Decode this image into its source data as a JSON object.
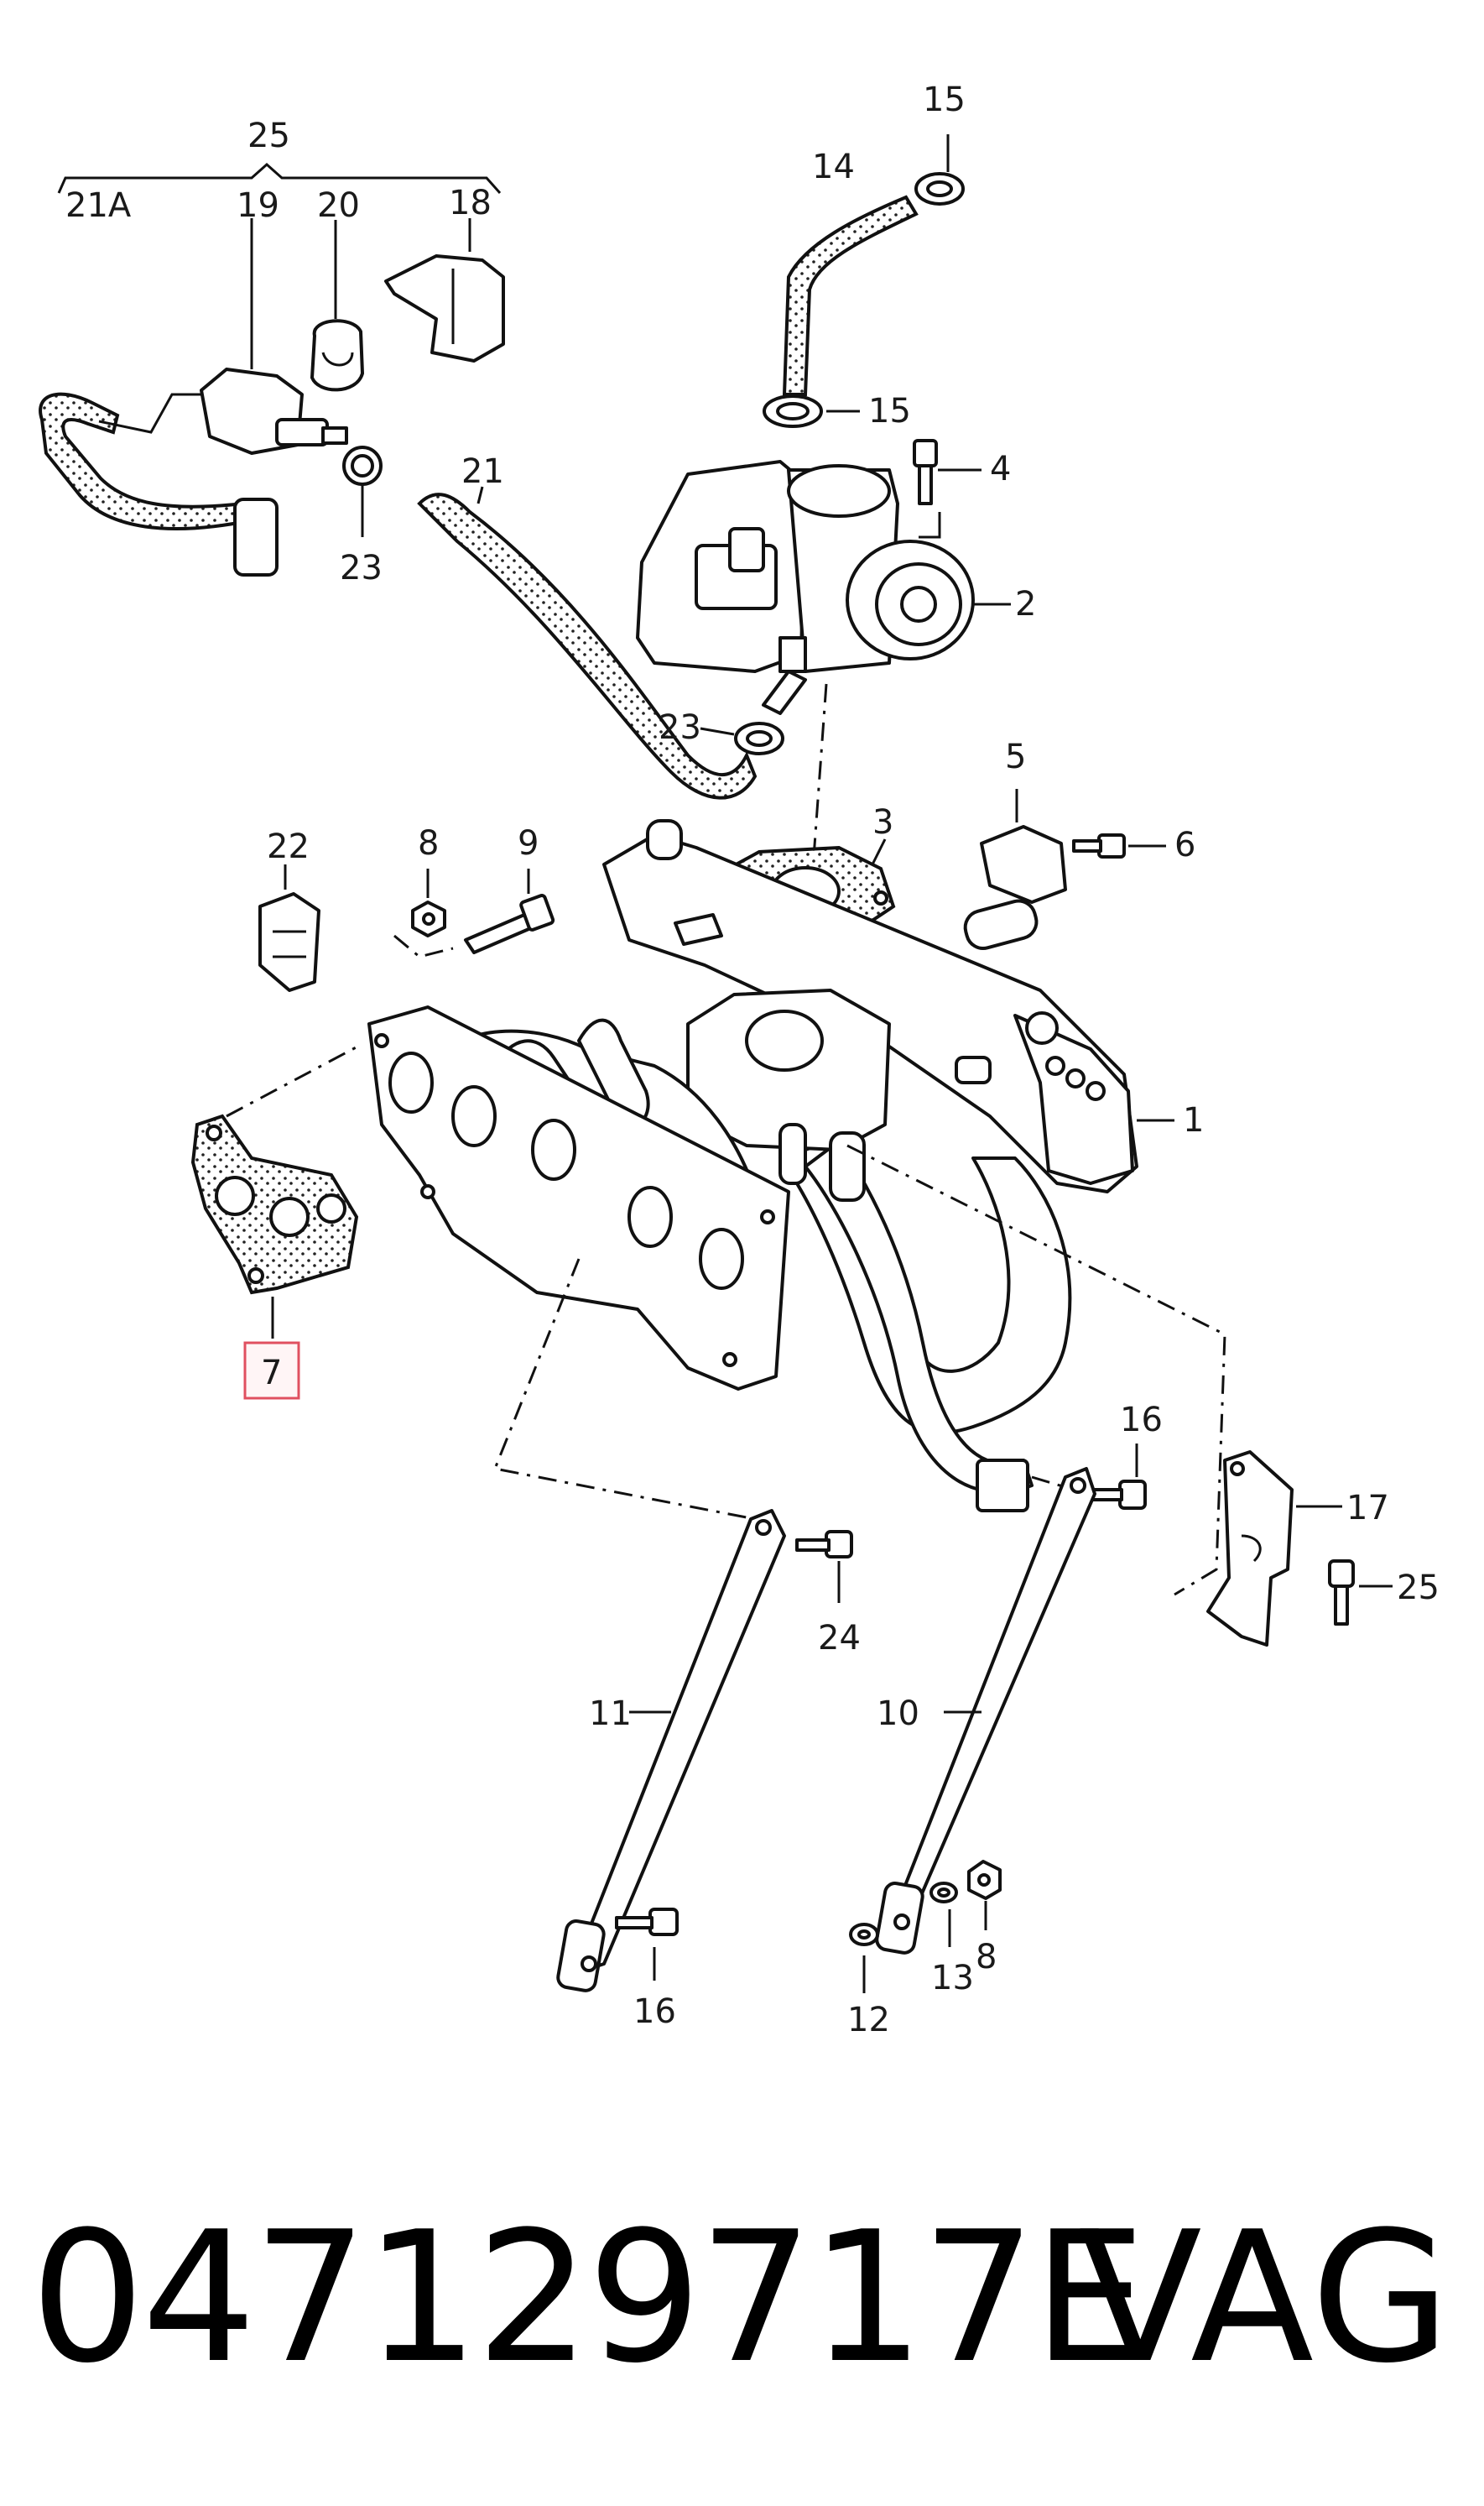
{
  "diagram": {
    "labels": {
      "l1": "1",
      "l2": "2",
      "l3": "3",
      "l4": "4",
      "l5": "5",
      "l6": "6",
      "l7": "7",
      "l8a": "8",
      "l8b": "8",
      "l9": "9",
      "l10": "10",
      "l11": "11",
      "l12": "12",
      "l13": "13",
      "l14": "14",
      "l15a": "15",
      "l15b": "15",
      "l16a": "16",
      "l16b": "16",
      "l17": "17",
      "l18": "18",
      "l19": "19",
      "l20": "20",
      "l21": "21",
      "l21A": "21A",
      "l22": "22",
      "l23a": "23",
      "l23b": "23",
      "l24": "24",
      "l25a": "25",
      "l25b": "25"
    },
    "highlight_color": "#e05060"
  },
  "footer": {
    "part_number": "047129717E",
    "brand": "VAG"
  }
}
